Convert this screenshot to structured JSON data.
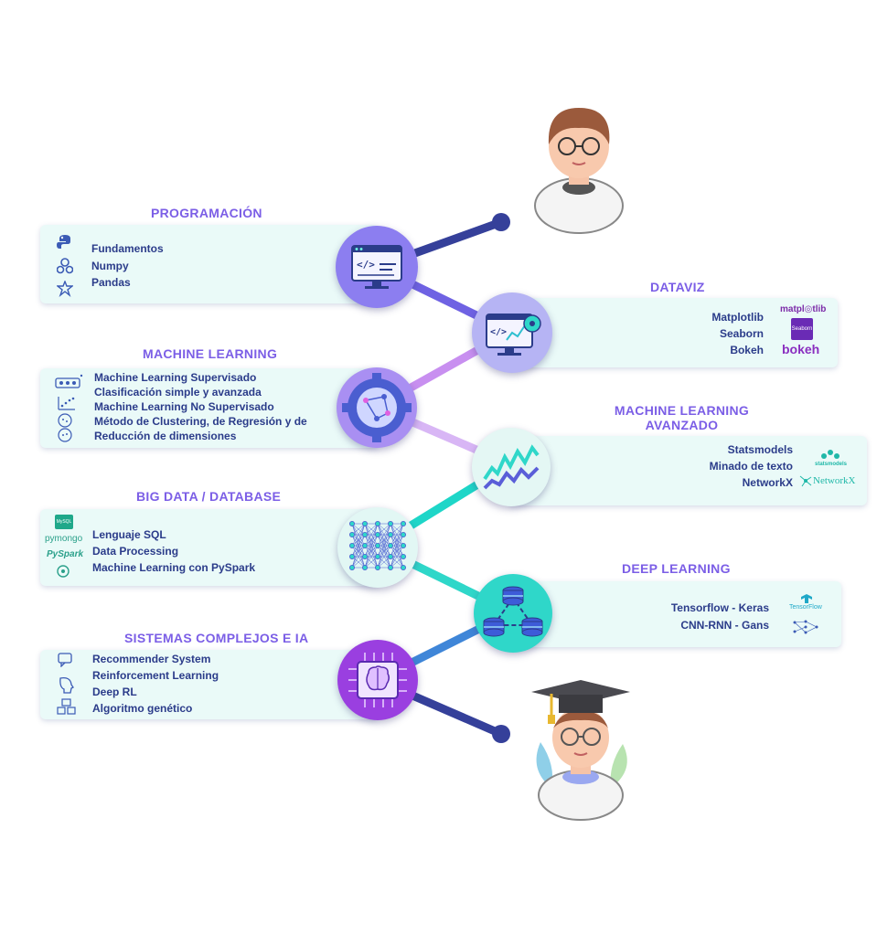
{
  "sections": {
    "programacion": {
      "title": "PROGRAMACIÓN",
      "items": [
        "Fundamentos",
        "Numpy",
        "Pandas"
      ]
    },
    "dataviz": {
      "title": "DATAVIZ",
      "items": [
        "Matplotlib",
        "Seaborn",
        "Bokeh"
      ]
    },
    "machine_learning": {
      "title": "MACHINE LEARNING",
      "items": [
        "Machine Learning Supervisado",
        "Clasificación simple y avanzada",
        "Machine Learning No Supervisado",
        "Método de Clustering, de Regresión y de",
        "Reducción de dimensiones"
      ]
    },
    "ml_avanzado": {
      "title_line1": "MACHINE LEARNING",
      "title_line2": "AVANZADO",
      "items": [
        "Statsmodels",
        "Minado de texto",
        "NetworkX"
      ]
    },
    "big_data": {
      "title": "BIG DATA / DATABASE",
      "items": [
        "Lenguaje SQL",
        "Data Processing",
        "Machine Learning con PySpark"
      ]
    },
    "deep_learning": {
      "title": "DEEP LEARNING",
      "items": [
        "Tensorflow - Keras",
        "CNN-RNN - Gans"
      ]
    },
    "sistemas": {
      "title": "SISTEMAS COMPLEJOS E IA",
      "items": [
        "Recommender System",
        "Reinforcement Learning",
        "Deep RL",
        "Algoritmo genético"
      ]
    }
  },
  "brands": {
    "matplotlib": "matpl◎tlib",
    "seaborn": "Seaborn",
    "bokeh": "bokeh",
    "pymongo": "pymongo",
    "pyspark": "PySpark",
    "statsmodels": "statsmodels",
    "networkx": "NetworkX",
    "tensorflow": "TensorFlow",
    "mysql": "MySQL"
  },
  "colors": {
    "accent_purple": "#7b5ee6",
    "text_navy": "#2b3c8a",
    "card_bg": "#eafaf8",
    "line_navy": "#35409a",
    "line_violet": "#8a6ee8",
    "line_pink": "#d79af0",
    "line_teal": "#1ed6c8",
    "line_blue": "#3f86d8"
  }
}
